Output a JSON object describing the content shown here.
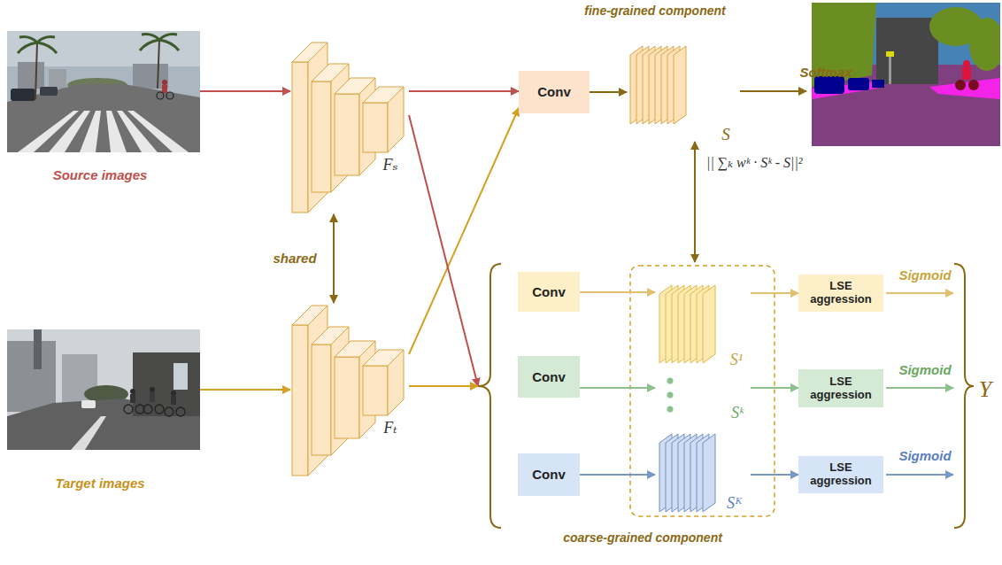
{
  "diagram": {
    "nodes": [
      {
        "text": [
          "Source images"
        ]
      },
      {
        "text": [
          "Fₛ"
        ]
      },
      {
        "text": [
          "Target images"
        ]
      },
      {
        "text": [
          "Fₜ"
        ]
      },
      {
        "text": [
          "Conv"
        ]
      },
      {
        "text": [
          "S"
        ]
      },
      {
        "text": [
          "coarse-grained component"
        ]
      },
      {
        "text": [
          "Conv"
        ],
        "in": 6
      },
      {
        "text": [
          "S¹"
        ],
        "in": 6
      },
      {
        "text": [
          "LSE aggression"
        ],
        "in": 6
      },
      {
        "text": [
          "Conv"
        ],
        "in": 6
      },
      {
        "text": [
          "Sᵏ"
        ],
        "in": 6
      },
      {
        "text": [
          "LSE aggression"
        ],
        "in": 6
      },
      {
        "text": [
          "Conv"
        ],
        "in": 6
      },
      {
        "text": [
          "Sᴷ"
        ],
        "in": 6
      },
      {
        "text": [
          "LSE aggression"
        ],
        "in": 6
      }
    ],
    "edges": [
      {
        "from": 0,
        "to": 1,
        "arrow": "to"
      },
      {
        "from": 2,
        "to": 3,
        "arrow": "to"
      },
      {
        "from": 1,
        "to": 3,
        "label": "shared",
        "arrow": "both"
      },
      {
        "from": 1,
        "to": 4,
        "arrow": "to"
      },
      {
        "from": 3,
        "to": 4,
        "arrow": "to"
      },
      {
        "from": 1,
        "to": 6,
        "arrow": "to"
      },
      {
        "from": 3,
        "to": 6,
        "arrow": "to"
      },
      {
        "from": 4,
        "to": 5,
        "arrow": "to"
      },
      {
        "from": 5,
        "to": 6,
        "label": "|| ∑ₖ wᵏ · Sᵏ - S||²",
        "arrow": "both"
      },
      {
        "from": 7,
        "to": 8,
        "arrow": "to"
      },
      {
        "from": 8,
        "to": 9,
        "arrow": "to"
      },
      {
        "from": 10,
        "to": 11,
        "arrow": "to"
      },
      {
        "from": 11,
        "to": 12,
        "arrow": "to"
      },
      {
        "from": 13,
        "to": 14,
        "arrow": "to"
      },
      {
        "from": 14,
        "to": 15,
        "arrow": "to"
      }
    ],
    "labels": [
      "fine-grained component",
      "Softmax",
      "Sigmoid",
      "Sigmoid",
      "Sigmoid",
      "Y"
    ]
  }
}
